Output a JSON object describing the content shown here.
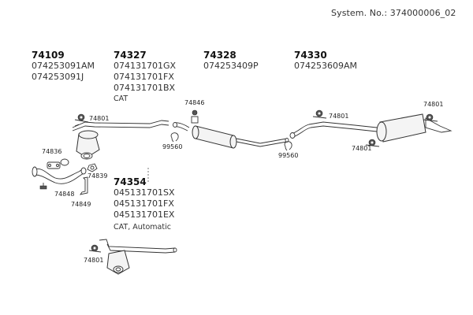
{
  "header": {
    "system_number": "System. No.: 374000006_02"
  },
  "groups": [
    {
      "number": "74109",
      "parts": [
        "074253091AM",
        "074253091J"
      ],
      "note": ""
    },
    {
      "number": "74327",
      "parts": [
        "074131701GX",
        "074131701FX",
        "074131701BX"
      ],
      "note": "CAT"
    },
    {
      "number": "74328",
      "parts": [
        "074253409P"
      ],
      "note": ""
    },
    {
      "number": "74330",
      "parts": [
        "074253609AM"
      ],
      "note": ""
    },
    {
      "number": "74354",
      "parts": [
        "045131701SX",
        "045131701FX",
        "045131701EX"
      ],
      "note": "CAT, Automatic"
    }
  ],
  "callouts": {
    "hanger_front": "74801",
    "hanger_mid": "74801",
    "hanger_rear_top": "74801",
    "hanger_rear_bottom": "74801",
    "hanger_alt": "74801",
    "mount_74846": "74846",
    "clamp_1": "99560",
    "clamp_2": "99560",
    "part_74836": "74836",
    "part_74839": "74839",
    "part_74848": "74848",
    "part_74849": "74849"
  }
}
